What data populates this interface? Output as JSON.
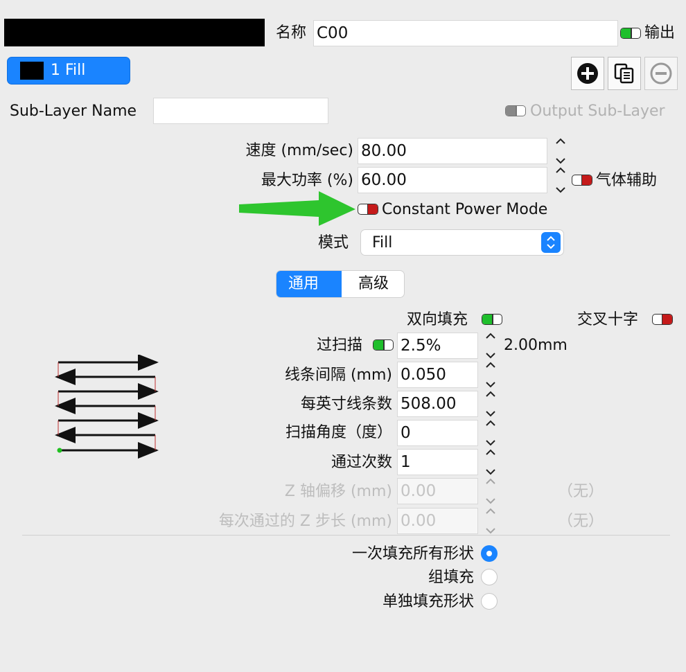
{
  "header": {
    "name_label": "名称",
    "name_value": "C00",
    "output_label": "输出",
    "output_on": true
  },
  "sublayer": {
    "tab_label": "1 Fill",
    "name_label": "Sub-Layer Name",
    "name_value": "",
    "output_label": "Output Sub-Layer",
    "add_icon": "plus-circle-icon",
    "copy_icon": "copy-icon",
    "remove_icon": "minus-circle-icon"
  },
  "params": {
    "speed_label": "速度 (mm/sec)",
    "speed_value": "80.00",
    "max_power_label": "最大功率 (%)",
    "max_power_value": "60.00",
    "air_assist_label": "气体辅助",
    "constant_power_label": "Constant Power Mode",
    "mode_label": "模式",
    "mode_value": "Fill"
  },
  "tabs": {
    "general": "通用",
    "advanced": "高级",
    "active": "general"
  },
  "fill": {
    "bidirectional_label": "双向填充",
    "crosshatch_label": "交叉十字",
    "overscan_label": "过扫描",
    "overscan_value": "2.5%",
    "overscan_mm": "2.00mm",
    "interval_label": "线条间隔 (mm)",
    "interval_value": "0.050",
    "lpi_label": "每英寸线条数",
    "lpi_value": "508.00",
    "angle_label": "扫描角度（度）",
    "angle_value": "0",
    "passes_label": "通过次数",
    "passes_value": "1",
    "z_offset_label": "Z 轴偏移 (mm)",
    "z_offset_value": "0.00",
    "z_offset_note": "（无）",
    "z_step_label": "每次通过的 Z 步长 (mm)",
    "z_step_value": "0.00",
    "z_step_note": "（无）"
  },
  "fill_grouping": {
    "options": [
      "一次填充所有形状",
      "组填充",
      "单独填充形状"
    ],
    "selected": 0
  },
  "colors": {
    "accent": "#1a84ff",
    "toggle_on": "#1fbf2c",
    "toggle_off": "#c51a1a",
    "arrow": "#2ec52e"
  }
}
